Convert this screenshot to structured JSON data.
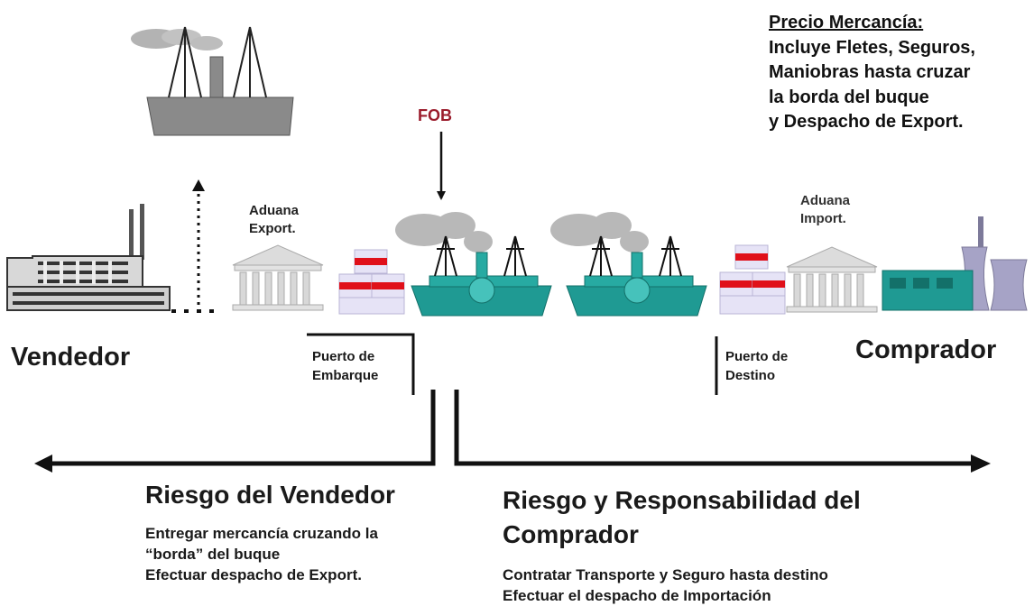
{
  "price_note": {
    "title": "Precio Mercancía:",
    "lines": [
      "Incluye Fletes, Seguros,",
      "Maniobras hasta cruzar",
      "la borda del buque",
      "y Despacho de Export."
    ]
  },
  "fob_label": "FOB",
  "aduana_export": [
    "Aduana",
    "Export."
  ],
  "aduana_import": [
    "Aduana",
    "Import."
  ],
  "parties": {
    "seller": "Vendedor",
    "buyer": "Comprador"
  },
  "ports": {
    "embarque": [
      "Puerto de",
      "Embarque"
    ],
    "destino": [
      "Puerto de",
      "Destino"
    ]
  },
  "seller_risk": {
    "title": "Riesgo del Vendedor",
    "lines": [
      "Entregar mercancía cruzando la",
      "“borda” del buque",
      "Efectuar despacho de Export."
    ]
  },
  "buyer_risk": {
    "title_lines": [
      "Riesgo y Responsabilidad del",
      "Comprador"
    ],
    "lines": [
      "Contratar Transporte y Seguro hasta destino",
      "Efectuar el despacho de Importación"
    ]
  },
  "colors": {
    "fob": "#9b1c2c",
    "ship_teal": "#1f9a93",
    "ship_gray": "#8a8a8a",
    "crate_red": "#e0101a",
    "crate_lavender": "#e6e3f6"
  }
}
